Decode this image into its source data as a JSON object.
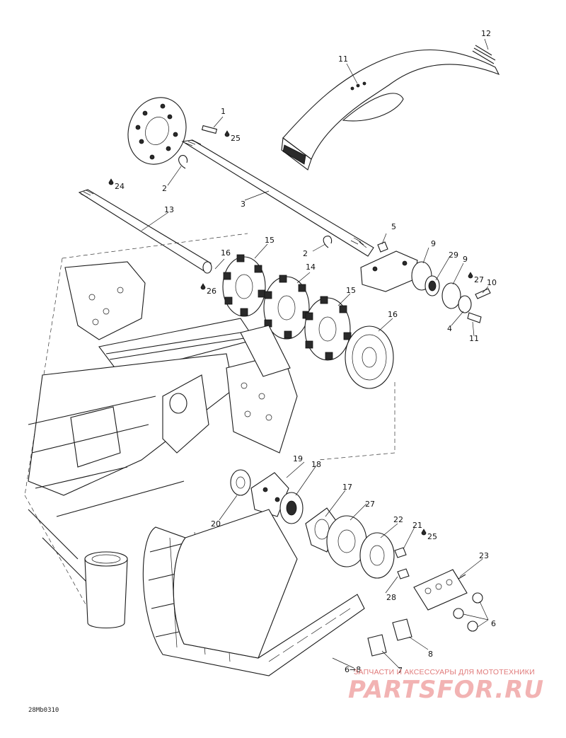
{
  "diagram": {
    "doc_code": "28Mb0310",
    "callouts": [
      {
        "id": "c1",
        "text": "1"
      },
      {
        "id": "c2a",
        "text": "2"
      },
      {
        "id": "c2b",
        "text": "2"
      },
      {
        "id": "c3",
        "text": "3"
      },
      {
        "id": "c4",
        "text": "4"
      },
      {
        "id": "c5a",
        "text": "5"
      },
      {
        "id": "c6",
        "text": "6"
      },
      {
        "id": "c6-8",
        "text": "6→8"
      },
      {
        "id": "c7",
        "text": "7"
      },
      {
        "id": "c8",
        "text": "8"
      },
      {
        "id": "c9a",
        "text": "9"
      },
      {
        "id": "c9b",
        "text": "9"
      },
      {
        "id": "c10",
        "text": "10"
      },
      {
        "id": "c11a",
        "text": "11"
      },
      {
        "id": "c11b",
        "text": "11"
      },
      {
        "id": "c12",
        "text": "12"
      },
      {
        "id": "c13",
        "text": "13"
      },
      {
        "id": "c14",
        "text": "14"
      },
      {
        "id": "c15a",
        "text": "15"
      },
      {
        "id": "c15b",
        "text": "15"
      },
      {
        "id": "c16a",
        "text": "16"
      },
      {
        "id": "c16b",
        "text": "16"
      },
      {
        "id": "c17",
        "text": "17"
      },
      {
        "id": "c18",
        "text": "18"
      },
      {
        "id": "c19",
        "text": "19"
      },
      {
        "id": "c20",
        "text": "20"
      },
      {
        "id": "c21",
        "text": "21"
      },
      {
        "id": "c22",
        "text": "22"
      },
      {
        "id": "c23",
        "text": "23"
      },
      {
        "id": "c24",
        "text": "24"
      },
      {
        "id": "c25a",
        "text": "25"
      },
      {
        "id": "c25b",
        "text": "25"
      },
      {
        "id": "c26",
        "text": "26"
      },
      {
        "id": "c27a",
        "text": "27"
      },
      {
        "id": "c27b",
        "text": "27"
      },
      {
        "id": "c28",
        "text": "28"
      },
      {
        "id": "c29",
        "text": "29"
      }
    ]
  },
  "watermark": {
    "caption": "ЗАПЧАСТИ И АКСЕССУАРЫ ДЛЯ МОТОТЕХНИКИ",
    "logo": "PARTSFOR.RU",
    "color": "#e07a7a"
  }
}
